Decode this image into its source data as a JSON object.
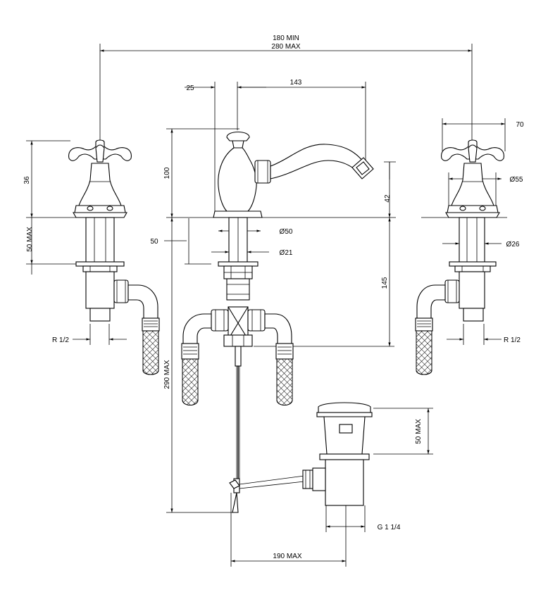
{
  "dimensions": {
    "span_min": "180 MIN",
    "span_max": "280 MAX",
    "spout_offset": "25",
    "spout_reach": "143",
    "handle_width": "70",
    "spout_height": "100",
    "handle_height": "36",
    "escutcheon_dia": "Ø55",
    "spout_outlet": "42",
    "base_dia": "Ø50",
    "shank_dia_tap": "Ø26",
    "shank_length_left": "50 MAX",
    "deck_thickness": "50",
    "shank_dia_spout": "Ø21",
    "shank_length_spout": "145",
    "thread_left": "R 1/2",
    "thread_right": "R 1/2",
    "total_depth": "290 MAX",
    "waste_height": "50 MAX",
    "waste_thread": "G 1 1/4",
    "rod_reach": "190 MAX"
  }
}
